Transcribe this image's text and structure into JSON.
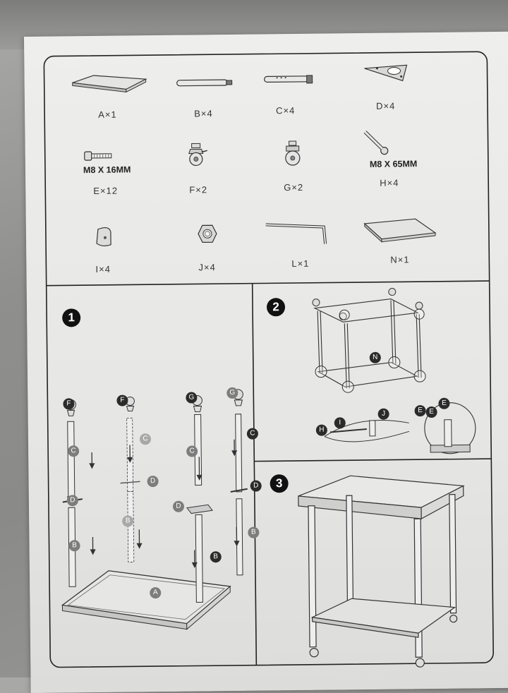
{
  "parts": [
    {
      "letter": "A",
      "qty": "1",
      "label": "A×1",
      "icon": "tabletop-icon"
    },
    {
      "letter": "B",
      "qty": "4",
      "label": "B×4",
      "icon": "lower-leg-tube-icon"
    },
    {
      "letter": "C",
      "qty": "4",
      "label": "C×4",
      "icon": "upper-leg-tube-icon"
    },
    {
      "letter": "D",
      "qty": "4",
      "label": "D×4",
      "icon": "corner-bracket-icon"
    },
    {
      "letter": "E",
      "qty": "12",
      "label": "E×12",
      "spec": "M8 X 16MM",
      "icon": "bolt-icon"
    },
    {
      "letter": "F",
      "qty": "2",
      "label": "F×2",
      "icon": "locking-caster-icon"
    },
    {
      "letter": "G",
      "qty": "2",
      "label": "G×2",
      "icon": "caster-icon"
    },
    {
      "letter": "H",
      "qty": "4",
      "label": "H×4",
      "spec": "M8 X 65MM",
      "icon": "long-bolt-icon"
    },
    {
      "letter": "I",
      "qty": "4",
      "label": "I×4",
      "icon": "clamp-icon"
    },
    {
      "letter": "J",
      "qty": "4",
      "label": "J×4",
      "icon": "hex-nut-icon"
    },
    {
      "letter": "L",
      "qty": "1",
      "label": "L×1",
      "icon": "allen-key-icon"
    },
    {
      "letter": "N",
      "qty": "1",
      "label": "N×1",
      "icon": "shelf-panel-icon"
    }
  ],
  "steps": [
    {
      "number": "1"
    },
    {
      "number": "2"
    },
    {
      "number": "3"
    }
  ],
  "step1_tags": {
    "f": "F",
    "g": "G",
    "c": "C",
    "d": "D",
    "b": "B",
    "a": "A"
  },
  "step2_tags": {
    "n": "N",
    "h": "H",
    "i": "I",
    "j": "J",
    "e": "E"
  },
  "colors": {
    "line": "#3a3a3a",
    "paper": "#eaeae8"
  }
}
